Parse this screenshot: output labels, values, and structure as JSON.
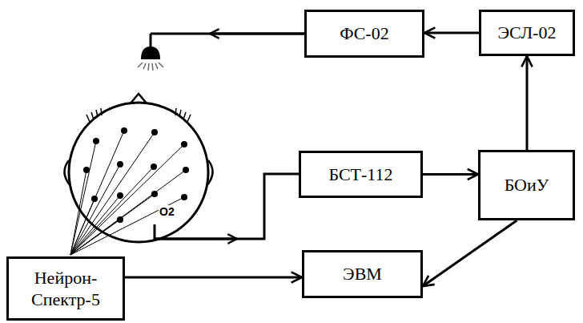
{
  "diagram": {
    "nodes": [
      {
        "text": [
          "ФС-02"
        ]
      },
      {
        "text": [
          "ЭСЛ-02"
        ]
      },
      {
        "text": [
          "БСТ-112"
        ]
      },
      {
        "text": [
          "БОиУ"
        ]
      },
      {
        "text": [
          "Нейрон- Спектр-5"
        ]
      },
      {
        "text": [
          "ЭВМ"
        ]
      }
    ],
    "edges": [
      {
        "from": 1,
        "to": 0,
        "arrow": "to"
      },
      {
        "from": 2,
        "to": 3,
        "arrow": "to"
      },
      {
        "from": 3,
        "to": 1,
        "arrow": "to"
      },
      {
        "from": 3,
        "to": 5,
        "arrow": "to"
      },
      {
        "from": 4,
        "to": 5,
        "arrow": "to"
      }
    ],
    "labels": [
      "O2"
    ]
  }
}
